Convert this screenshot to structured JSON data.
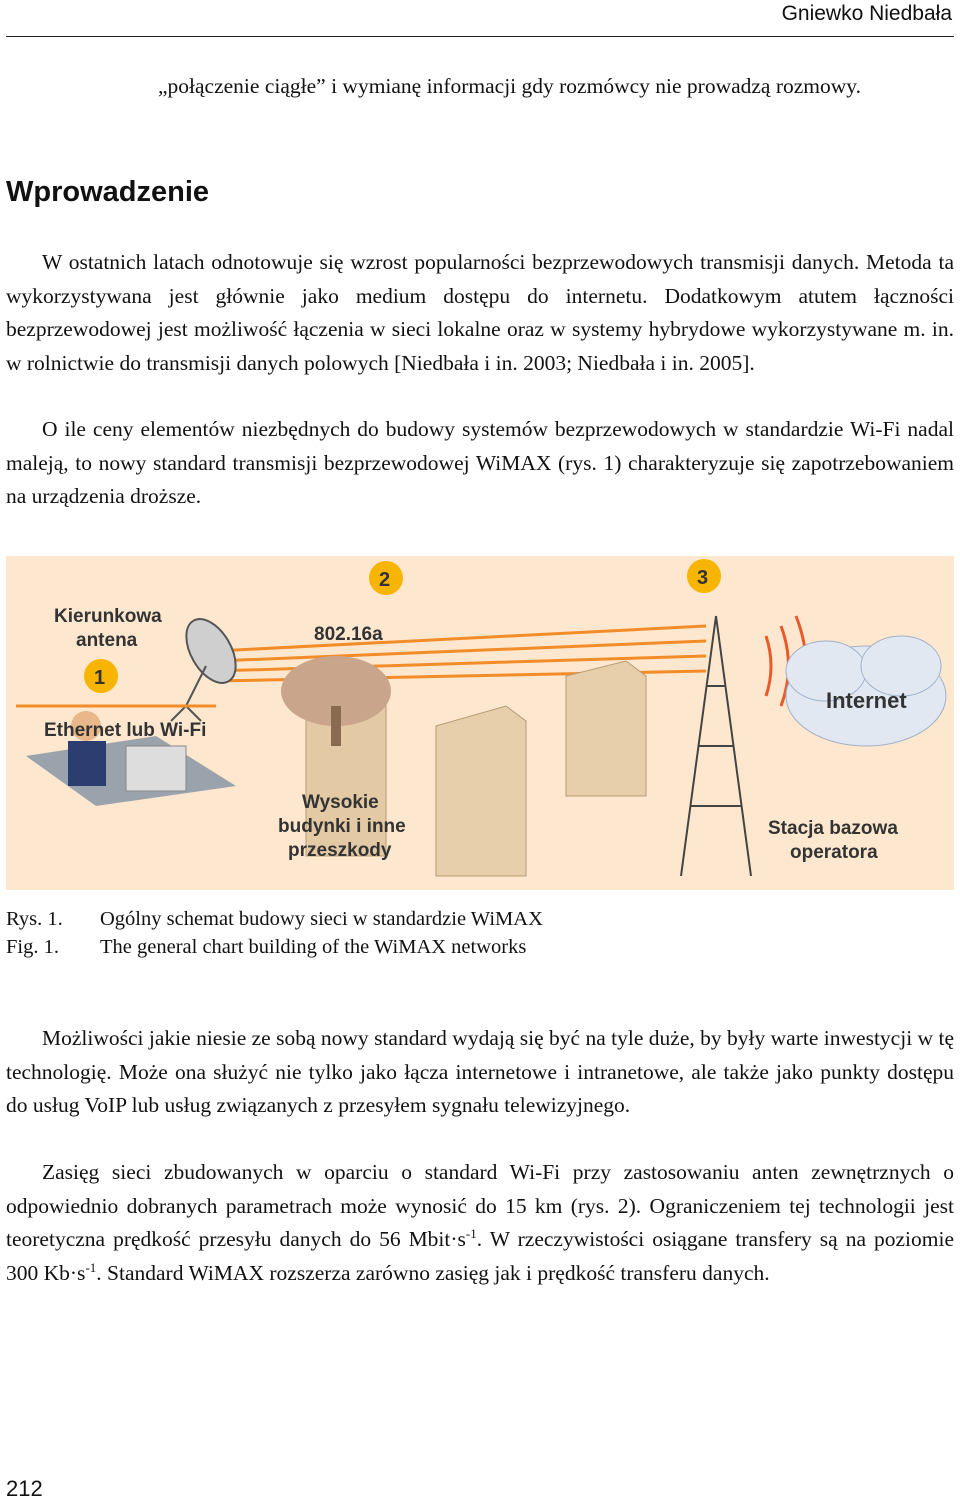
{
  "header": {
    "author": "Gniewko Niedbała"
  },
  "intro_fragment": "„połączenie ciągłe” i wymianę informacji gdy rozmówcy nie prowadzą rozmowy.",
  "section": {
    "title": "Wprowadzenie"
  },
  "paragraphs": {
    "p1": "W ostatnich latach odnotowuje się wzrost popularności bezprzewodowych transmisji danych. Metoda ta wykorzystywana jest głównie jako medium dostępu do internetu. Dodatkowym atutem łączności bezprzewodowej jest możliwość łączenia w sieci lokalne oraz w systemy hybrydowe wykorzystywane m. in. w rolnictwie do transmisji danych polowych [Niedbała i in. 2003; Niedbała i in. 2005].",
    "p2": "O ile ceny elementów niezbędnych do budowy systemów bezprzewodowych w standardzie Wi-Fi nadal maleją, to nowy standard transmisji bezprzewodowej WiMAX (rys. 1) charakteryzuje się zapotrzebowaniem na urządzenia droższe.",
    "p3": "Możliwości jakie niesie ze sobą nowy standard wydają się być na tyle duże, by były warte inwestycji w tę technologię. Może ona służyć nie tylko jako łącza internetowe i intranetowe, ale także jako punkty dostępu do usług VoIP lub usług związanych z przesyłem sygnału telewizyjnego.",
    "p4": {
      "a": "Zasięg sieci zbudowanych w oparciu o standard Wi-Fi przy zastosowaniu anten zewnętrznych o odpowiednio dobranych parametrach może wynosić do 15 km (rys. 2). Ograniczeniem tej technologii jest teoretyczna prędkość przesyłu danych do 56 Mbit·s",
      "sup1": "-1",
      "b": ". W rzeczywistości osiągane transfery są na poziomie 300 Kb·s",
      "sup2": "-1",
      "c": ". Standard WiMAX rozszerza zarówno zasięg jak i prędkość transferu danych."
    }
  },
  "figure": {
    "labels": {
      "directional_antenna_line1": "Kierunkowa",
      "directional_antenna_line2": "antena",
      "link_standard": "802.16a",
      "ethernet": "Ethernet lub Wi-Fi",
      "obstacles_line1": "Wysokie",
      "obstacles_line2": "budynki i inne",
      "obstacles_line3": "przeszkody",
      "internet": "Internet",
      "base_station_line1": "Stacja bazowa",
      "base_station_line2": "operatora",
      "marker1": "1",
      "marker2": "2",
      "marker3": "3"
    },
    "colors": {
      "background": "#fde8cf",
      "accent": "#f28c28",
      "marker": "#f7b400"
    }
  },
  "captions": [
    {
      "tag": "Rys. 1.",
      "text": "Ogólny schemat budowy sieci w standardzie WiMAX"
    },
    {
      "tag": "Fig. 1.",
      "text": "The general chart building of the WiMAX networks"
    }
  ],
  "page_number": "212"
}
